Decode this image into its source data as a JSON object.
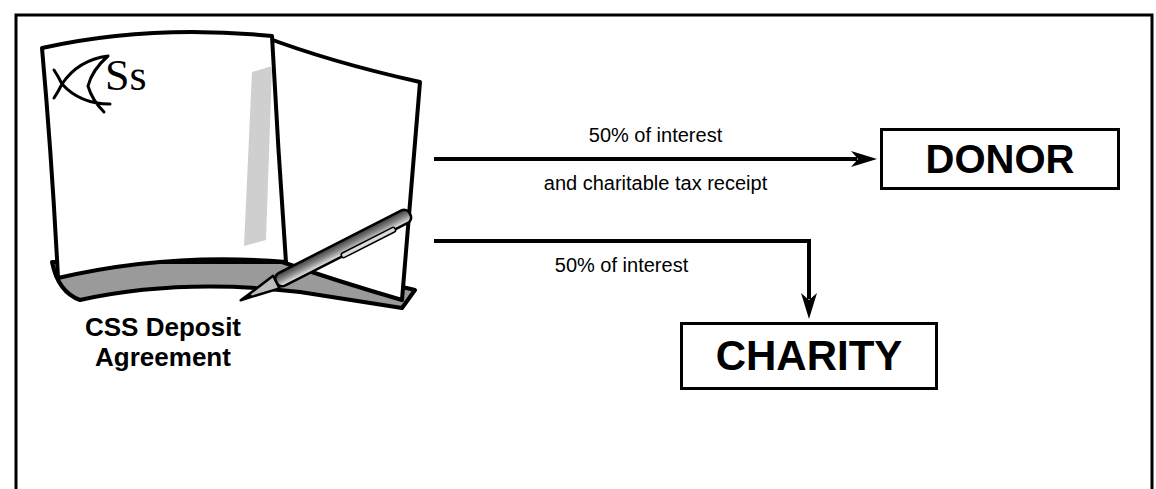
{
  "diagram": {
    "nodes": [
      {
        "text": [
          "Ss",
          "CSS Deposit Agreement"
        ]
      },
      {
        "text": [
          "DONOR"
        ]
      },
      {
        "text": [
          "CHARITY"
        ]
      }
    ],
    "edges": [
      {
        "from": 0,
        "to": 1,
        "arrow": "to",
        "label": "50% of interest"
      },
      {
        "from": 0,
        "to": 2,
        "arrow": "to",
        "label": "50% of interest"
      }
    ],
    "labels": [
      "and charitable tax receipt"
    ]
  }
}
